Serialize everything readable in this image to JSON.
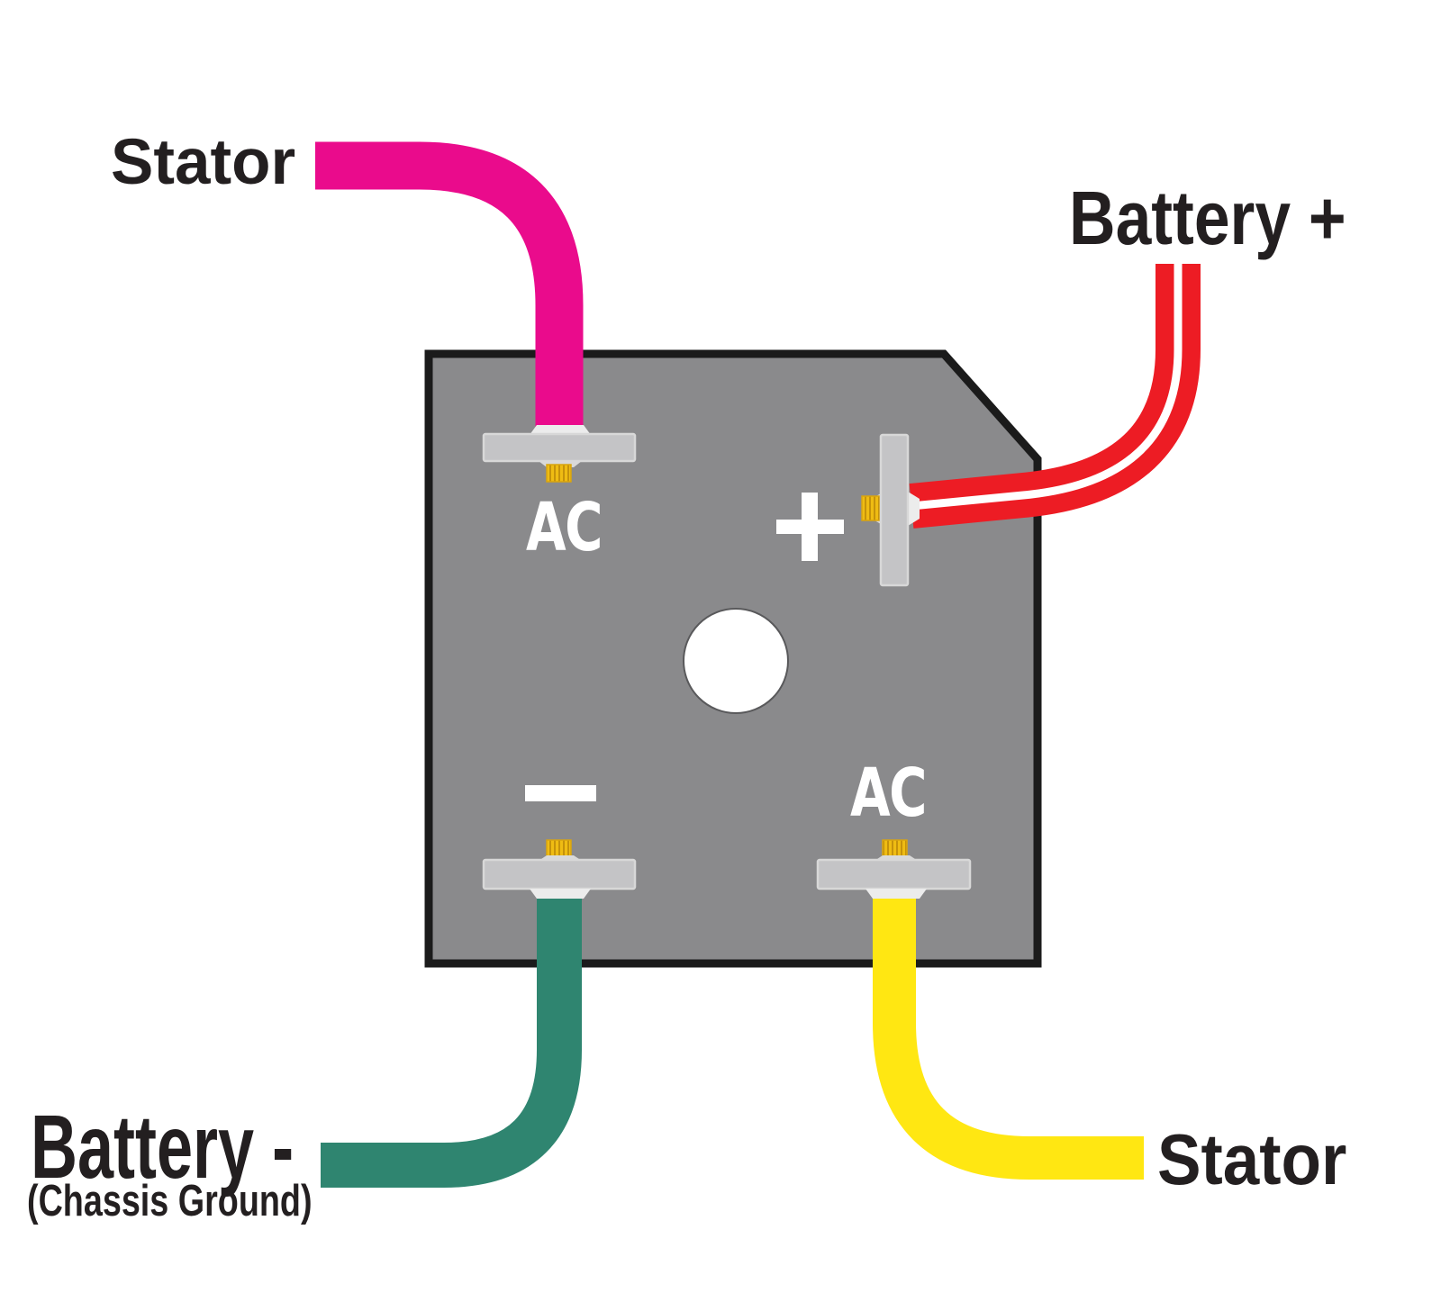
{
  "diagram": {
    "type": "bridge-rectifier-wiring-diagram",
    "labels": {
      "stator_top": "Stator",
      "battery_positive": "Battery +",
      "battery_negative": "Battery -",
      "battery_negative_sub": "(Chassis Ground)",
      "stator_bottom": "Stator"
    },
    "rectifier": {
      "terminals": {
        "ac_top_left": "AC",
        "positive_symbol": "+",
        "negative_symbol": "-",
        "ac_bottom_right": "AC"
      }
    },
    "wires": [
      {
        "name": "stator-wire-top",
        "label": "Stator",
        "connects_to": "ac-terminal-top-left",
        "color": "#EA0B8C"
      },
      {
        "name": "battery-positive-wire",
        "label": "Battery +",
        "connects_to": "positive-terminal",
        "color": "#ED1C24",
        "style": "double-wire-with-white-gap"
      },
      {
        "name": "battery-negative-wire",
        "label": "Battery - (Chassis Ground)",
        "connects_to": "negative-terminal",
        "color": "#2F8570"
      },
      {
        "name": "stator-wire-bottom",
        "label": "Stator",
        "connects_to": "ac-terminal-bottom-right",
        "color": "#FFE712"
      }
    ],
    "colors": {
      "background": "#FFFFFF",
      "body": "#8A8A8C",
      "body_border": "#1B1B1B",
      "terminal_bar": "#C4C4C6",
      "terminal_bar_border": "#D8D8D8",
      "screw_gold": "#EFBC13",
      "screw_stripe": "#C5920B",
      "screw_edge": "#D9A50E",
      "nut_light": "#ECECEC",
      "neck_gray": "#D9D9D9",
      "hole_fill": "#FFFFFF",
      "hole_border": "#59595B",
      "symbol_white": "#FFFFFF",
      "wire_core_white": "#FFFFFF",
      "label_text": "#231F20",
      "wire_stator_top": "#EA0B8C",
      "wire_battery_positive": "#ED1C24",
      "wire_battery_negative": "#2F8570",
      "wire_stator_bottom": "#FFE712"
    }
  }
}
